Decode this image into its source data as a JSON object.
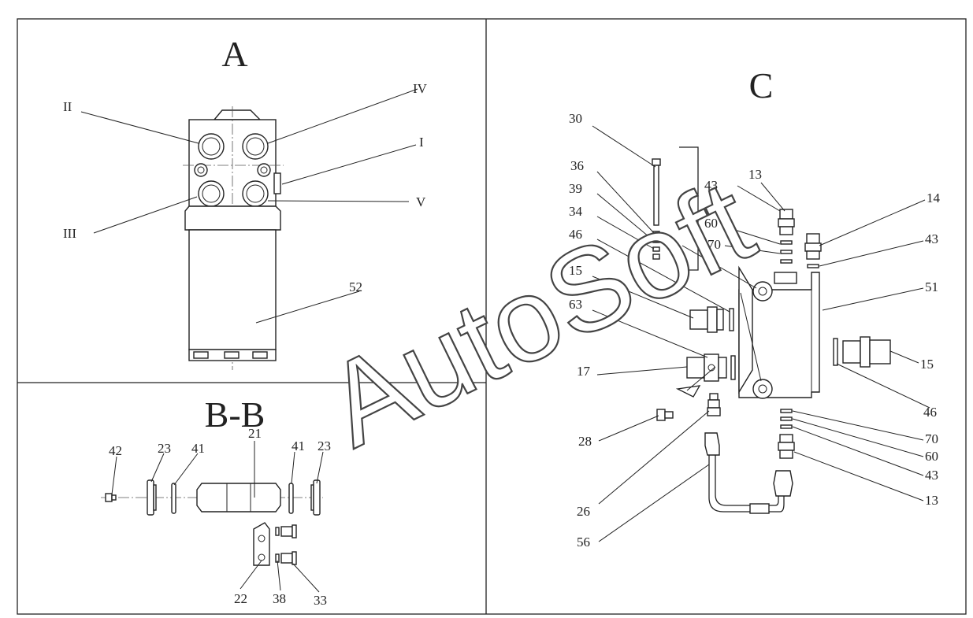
{
  "title_A": "A",
  "title_BB": "B-B",
  "title_C": "C",
  "watermark": "AutoSoft",
  "labels_A": {
    "II": "II",
    "IV": "IV",
    "I": "I",
    "III": "III",
    "V": "V",
    "p52": "52"
  },
  "labels_B": {
    "p42": "42",
    "p23a": "23",
    "p41a": "41",
    "p21": "21",
    "p41b": "41",
    "p23b": "23",
    "p22": "22",
    "p38": "38",
    "p33": "33"
  },
  "labels_C": {
    "p30": "30",
    "p36": "36",
    "p39": "39",
    "p34": "34",
    "p46a": "46",
    "p15a": "15",
    "p63": "63",
    "p17": "17",
    "p28": "28",
    "p26": "26",
    "p56": "56",
    "p43a": "43",
    "p13a": "13",
    "p60a": "60",
    "p70a": "70",
    "p14": "14",
    "p43b": "43",
    "p51": "51",
    "p15b": "15",
    "p46b": "46",
    "p70b": "70",
    "p60b": "60",
    "p43c": "43",
    "p13b": "13"
  }
}
